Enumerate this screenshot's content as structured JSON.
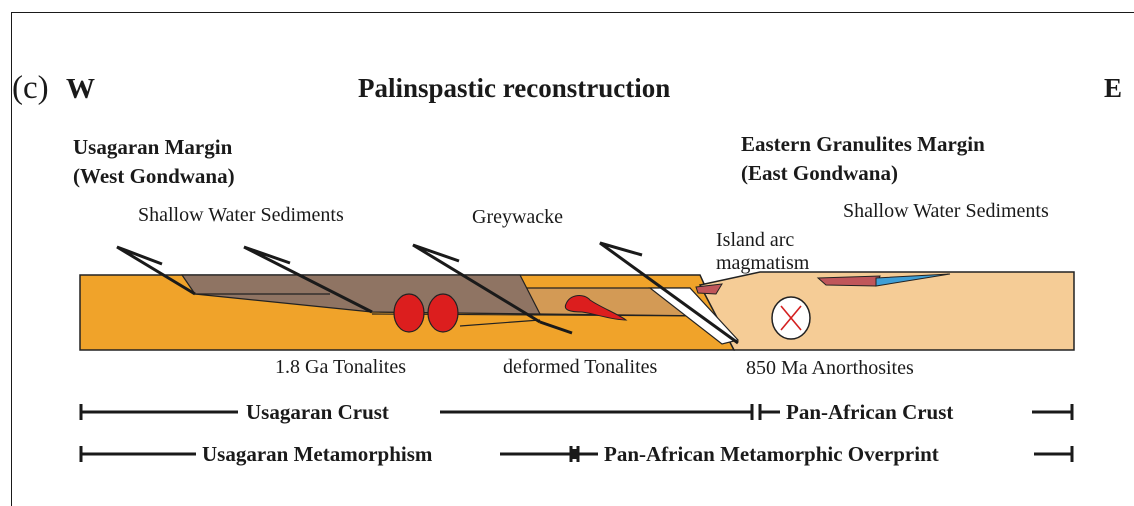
{
  "panel_label": "(c)",
  "west_label": "W",
  "east_label": "E",
  "title": "Palinspastic reconstruction",
  "west_margin": {
    "line1": "Usagaran Margin",
    "line2": "(West Gondwana)"
  },
  "east_margin": {
    "line1": "Eastern Granulites Margin",
    "line2": "(East Gondwana)"
  },
  "labels": {
    "shallow_west": "Shallow Water Sediments",
    "greywacke": "Greywacke",
    "island_arc_1": "Island arc",
    "island_arc_2": "magmatism",
    "shallow_east": "Shallow Water Sediments",
    "tonalites_18": "1.8 Ga Tonalites",
    "deformed_tonalites": "deformed Tonalites",
    "anorthosites": "850 Ma Anorthosites"
  },
  "bars": {
    "usagaran_crust": "Usagaran Crust",
    "panafrican_crust": "Pan-African Crust",
    "usagaran_metamorphism": "Usagaran Metamorphism",
    "panafrican_overprint": "Pan-African Metamorphic Overprint"
  },
  "colors": {
    "west_crust": "#f0a32a",
    "sediment_brown": "#8f7463",
    "greywacke_tan": "#d39a55",
    "east_crust": "#f5cc96",
    "tonalite_red": "#dc1e1e",
    "arc_red": "#c0565a",
    "arc_blue": "#3f9fd6"
  }
}
